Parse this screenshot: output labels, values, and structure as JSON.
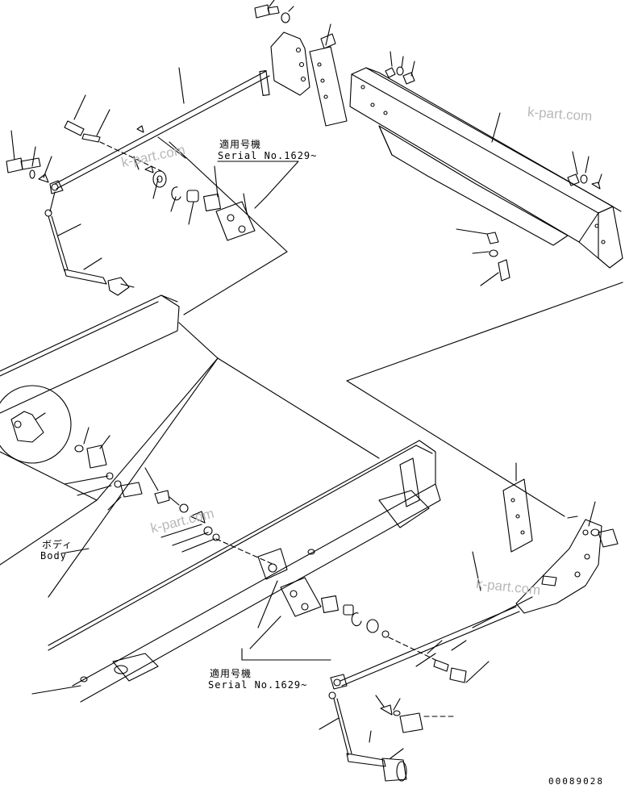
{
  "labels": {
    "serial_top_jp": "適用号機",
    "serial_top": "Serial No.1629~",
    "serial_bottom_jp": "適用号機",
    "serial_bottom": "Serial No.1629~",
    "body_jp": "ボディ",
    "body_en": "Body"
  },
  "watermarks": [
    "k-part.com",
    "k-part.com",
    "k-part.com",
    "k-part.com"
  ],
  "drawing_code": "00089028",
  "colors": {
    "line": "#000000",
    "watermark": "#b8b8b8",
    "background": "#ffffff"
  }
}
